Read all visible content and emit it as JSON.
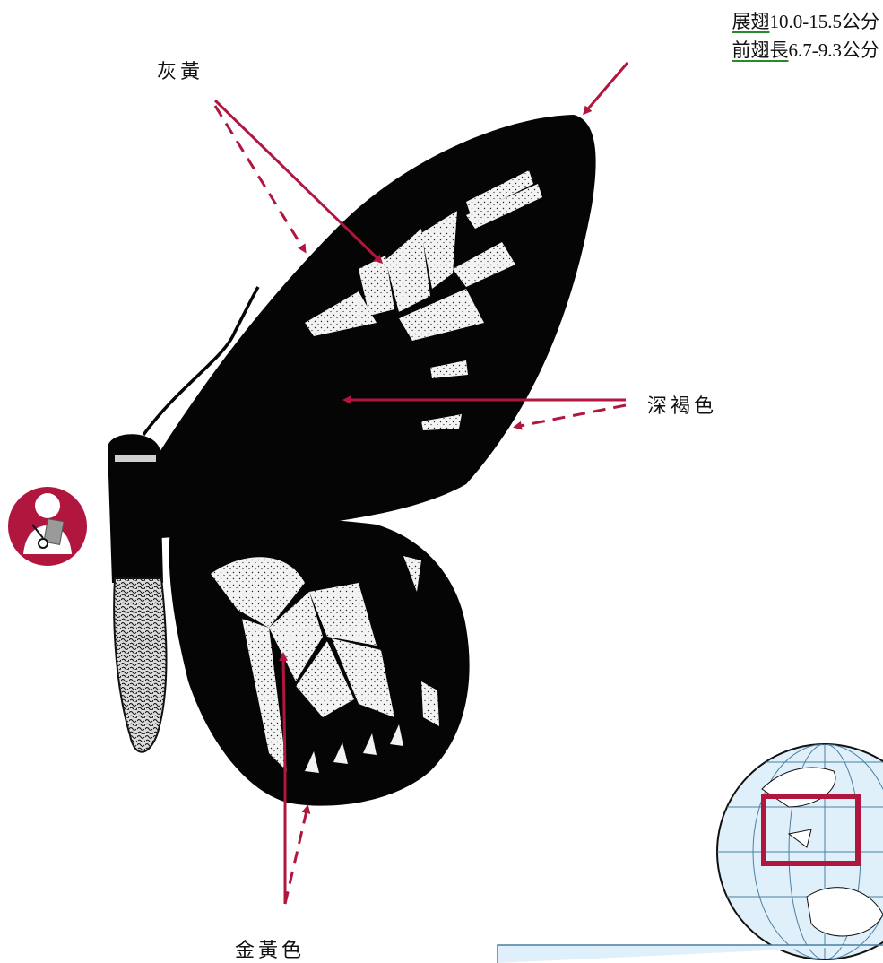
{
  "labels": {
    "forewing_base": "灰黃",
    "wing_body": "深褐色",
    "hindwing": "金黃色"
  },
  "spec": {
    "wingspan_term": "展翅",
    "wingspan_value": "10.0-15.5公分",
    "forewing_term": "前翅長",
    "forewing_value": "6.7-9.3公分"
  },
  "icons": {
    "badge": "reading-person-icon",
    "map": "globe-map-icon"
  },
  "colors": {
    "arrow": "#B0163E",
    "badge": "#B0163E",
    "wing": "#050505",
    "stipple": "#f2f2f2",
    "globe": "#dff0fb",
    "underline": "#2a8a2a"
  }
}
